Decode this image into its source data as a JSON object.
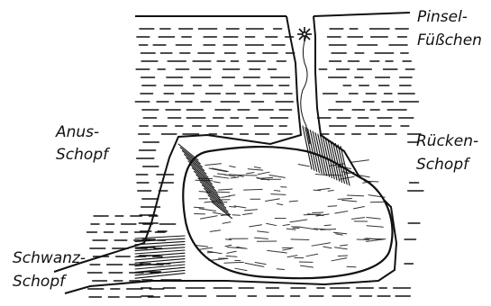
{
  "labels": {
    "pinsel_line1": "Pinsel-",
    "pinsel_line2": "Füßchen",
    "anus_line1": "Anus-",
    "anus_line2": "Schopf",
    "ruecken_line1": "Rücken-",
    "ruecken_line2": "Schopf",
    "schwanz_line1": "Schwanz-",
    "schwanz_line2": "Schopf"
  },
  "colors": {
    "ink": "#111111",
    "paper": "#ffffff"
  },
  "icons": {
    "pinsel_foot": "asterisk-brush-icon"
  }
}
